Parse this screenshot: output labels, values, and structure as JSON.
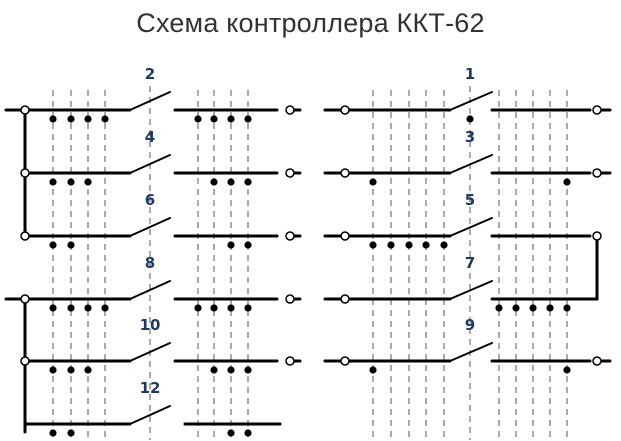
{
  "title": "Схема контроллера ККТ-62",
  "colors": {
    "wire": "#000000",
    "dashed": "#555555",
    "label": "#1f3a66",
    "node_fill": "#ffffff"
  },
  "left_circuit": {
    "rows": [
      {
        "contact": "2",
        "left_dots": 4,
        "right_dots": 4
      },
      {
        "contact": "4",
        "left_dots": 3,
        "right_dots": 3
      },
      {
        "contact": "6",
        "left_dots": 2,
        "right_dots": 2
      },
      {
        "contact": "8",
        "left_dots": 4,
        "right_dots": 4
      },
      {
        "contact": "10",
        "left_dots": 3,
        "right_dots": 3
      },
      {
        "contact": "12",
        "left_dots": 2,
        "right_dots": 2
      }
    ]
  },
  "right_circuit": {
    "rows": [
      {
        "contact": "1",
        "left_dots": 0,
        "right_dots": 0,
        "center_dot": true
      },
      {
        "contact": "3",
        "left_dots": 1,
        "right_dots": 1
      },
      {
        "contact": "5",
        "left_dots": 5,
        "right_dots": 0
      },
      {
        "contact": "7",
        "left_dots": 0,
        "right_dots": 5
      },
      {
        "contact": "9",
        "left_dots": 1,
        "right_dots": 1
      }
    ]
  }
}
